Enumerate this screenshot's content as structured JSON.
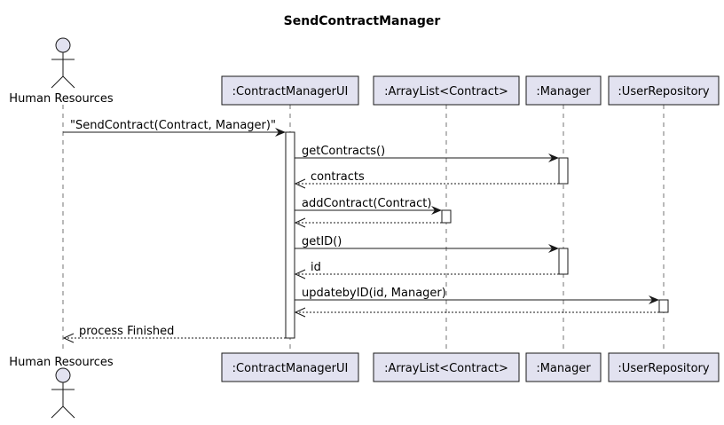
{
  "diagram": {
    "title": "SendContractManager",
    "participants": [
      {
        "id": "hr",
        "label": "Human Resources",
        "kind": "actor"
      },
      {
        "id": "ui",
        "label": ":ContractManagerUI",
        "kind": "participant"
      },
      {
        "id": "list",
        "label": ":ArrayList<Contract>",
        "kind": "participant"
      },
      {
        "id": "mgr",
        "label": ":Manager",
        "kind": "participant"
      },
      {
        "id": "repo",
        "label": ":UserRepository",
        "kind": "participant"
      }
    ],
    "messages": [
      {
        "from": "hr",
        "to": "ui",
        "label": "\"SendContract(Contract, Manager)\"",
        "kind": "call"
      },
      {
        "from": "ui",
        "to": "mgr",
        "label": "getContracts()",
        "kind": "call"
      },
      {
        "from": "mgr",
        "to": "ui",
        "label": "contracts",
        "kind": "return"
      },
      {
        "from": "ui",
        "to": "list",
        "label": "addContract(Contract)",
        "kind": "call"
      },
      {
        "from": "list",
        "to": "ui",
        "label": "",
        "kind": "return"
      },
      {
        "from": "ui",
        "to": "mgr",
        "label": "getID()",
        "kind": "call"
      },
      {
        "from": "mgr",
        "to": "ui",
        "label": "id",
        "kind": "return"
      },
      {
        "from": "ui",
        "to": "repo",
        "label": "updatebyID(id, Manager)",
        "kind": "call"
      },
      {
        "from": "repo",
        "to": "ui",
        "label": "",
        "kind": "return"
      },
      {
        "from": "ui",
        "to": "hr",
        "label": "process Finished",
        "kind": "return"
      }
    ],
    "colors": {
      "participant_fill": "#E2E2F0",
      "stroke": "#181818",
      "activation_fill": "#FFFFFF"
    }
  }
}
